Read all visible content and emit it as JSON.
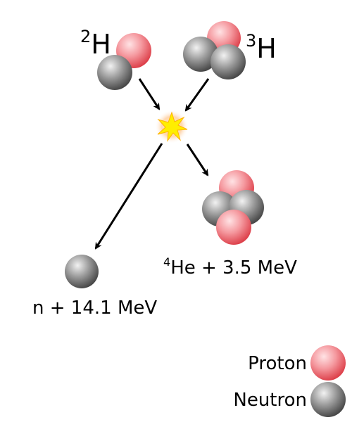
{
  "reactants": {
    "deuterium": {
      "mass_number": "2",
      "symbol": "H"
    },
    "tritium": {
      "mass_number": "3",
      "symbol": "H"
    }
  },
  "products": {
    "helium": {
      "mass_number": "4",
      "label": "He + 3.5 MeV"
    },
    "neutron": {
      "label": "n + 14.1 MeV"
    }
  },
  "legend": {
    "proton": "Proton",
    "neutron": "Neutron"
  },
  "colors": {
    "proton": "#f0757d",
    "neutron": "#707070",
    "flash": "#ffee00",
    "arrow": "#000000"
  }
}
